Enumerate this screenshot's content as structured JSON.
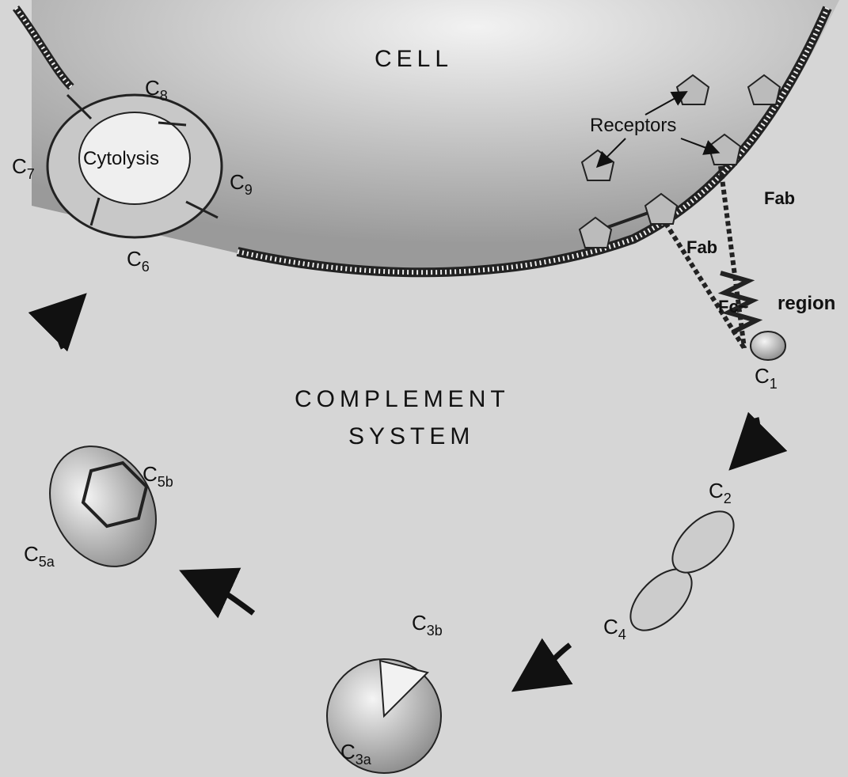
{
  "labels": {
    "cell": "CELL",
    "complement_line1": "COMPLEMENT",
    "complement_line2": "SYSTEM",
    "receptors": "Receptors",
    "cytolysis": "Cytolysis",
    "fab_upper": "Fab",
    "fab_lower": "Fab",
    "fc": "Fc~",
    "region": "region"
  },
  "components": {
    "c1": {
      "base": "C",
      "sub": "1"
    },
    "c2": {
      "base": "C",
      "sub": "2"
    },
    "c4": {
      "base": "C",
      "sub": "4"
    },
    "c3a": {
      "base": "C",
      "sub": "3a"
    },
    "c3b": {
      "base": "C",
      "sub": "3b"
    },
    "c5a": {
      "base": "C",
      "sub": "5a"
    },
    "c5b": {
      "base": "C",
      "sub": "5b"
    },
    "c6": {
      "base": "C",
      "sub": "6"
    },
    "c7": {
      "base": "C",
      "sub": "7"
    },
    "c8": {
      "base": "C",
      "sub": "8"
    },
    "c9": {
      "base": "C",
      "sub": "9"
    }
  },
  "colors": {
    "background": "#d6d6d6",
    "cell_fill": "#bdbdbd",
    "ink": "#111111"
  }
}
